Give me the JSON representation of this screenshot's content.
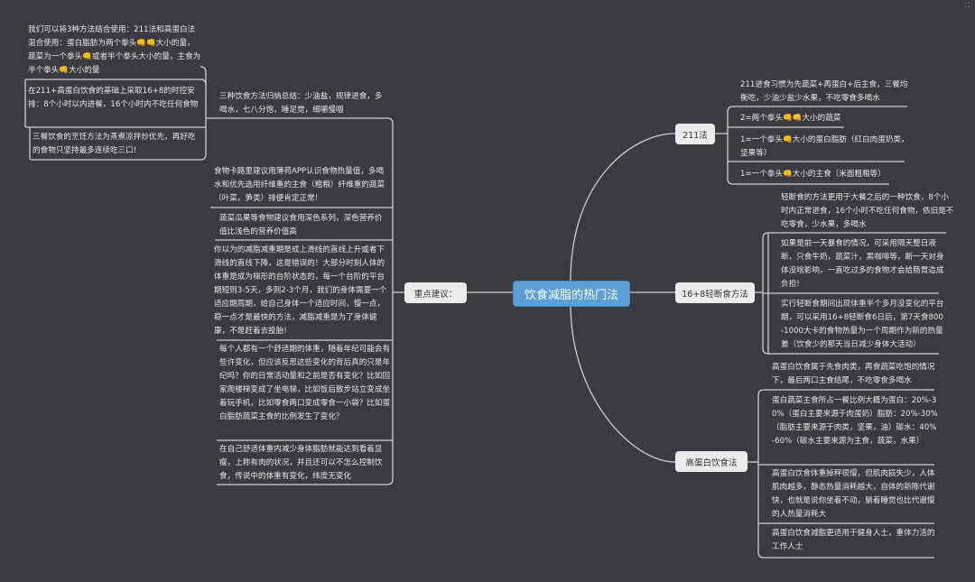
{
  "root": {
    "label": "饮食减脂的热门法"
  },
  "left": {
    "label": "重点建议：",
    "summary": {
      "text": "三种饮食方法归纳总结：少油盐，规律进食，多喝水，七八分饱，睡足觉，细嚼慢咽",
      "children": [
        "我们可以将3种方法结合使用：211法和高蛋白法混合使用：蛋白脂肪为两个拳头👊👊大小的量，蔬菜为一个拳头👊或者半个拳头大小的量，主食为半个拳头👊大小的量",
        "在211+高蛋白饮食的基础上采取16+8的时控安排：8个小时以内进餐，16个小时内不吃任何食物",
        "三餐饮食的烹饪方法为蒸煮凉拌炒优先，再好吃的食物只坚持最多连续吃三口!"
      ]
    },
    "items": [
      "食物卡路里建议用薄荷APP认识食物热量值，多喝水和优先选用纤维重的主食（粗粮）纤维重的蔬菜（叶菜，笋类）排便肯定正常!",
      "蔬菜瓜果等食物建议食用深色系列，深色营养价值比浅色的营养价值高",
      "你以为的减脂减重期是成上滑线的直线上升或者下滑线的直线下降，这是错误的！大部分时刻人体的体重是成为梯形的台阶状态的，每一个台阶的平台期短则3-5天，多则2-3个月，我们的身体需要一个适应期周期，给自己身体一个适应时间，慢一点，稳一点才是最快的方法，减脂减重是为了身体健康，不是赶着去投胎!",
      "每个人都有一个舒适期的体重，随着年纪可能会有些许变化，但应该反思这些变化的背后真的只是年纪吗？你的日常活动量和之前是否有变化？比如回家爬楼梯变成了坐电梯，比如饭后散步站立变成坐着玩手机，比如零食两口变成零食一小袋？比如蛋白脂肪蔬菜主食的比例发生了变化？",
      "在自己舒适体重内减少身体脂肪就能达到看着显瘦，上称有肉的状况，并且还可以不怎么控制饮食，传说中的体重有变化，纬度无变化"
    ]
  },
  "right": [
    {
      "label": "211法",
      "items": [
        "211进食习惯为先蔬菜+再蛋白+后主食，三餐均衡吃，少油少盐少水果，不吃零食多喝水",
        "2=两个拳头👊👊大小的蔬菜",
        "1=一个拳头👊大小的蛋白脂肪（红白肉蛋奶类，坚果等）",
        "1=一个拳头👊大小的主食（米面粗粮等）"
      ]
    },
    {
      "label": "16+8轻断食方法",
      "items": [
        "轻断食的方法更用于大餐之后的一种饮食，8个小时内正常进食，16个小时不吃任何食物，依旧是不吃零食，少水果，多喝水",
        "如果是前一天暴食的情况，可采用隔天整日液断，只食牛奶，蔬菜汁，黑咖啡等，断一天对身体没啥影响，一直吃过多的食物才会给肠胃造成负担!",
        "实行轻断食期间出现体重半个多月没变化的平台期，可以采用16+8轻断食6日后，第7天食800-1000大卡的食物热量为一个周期作为新的热量差（饮食少的那天当日减少身体大活动）"
      ]
    },
    {
      "label": "高蛋白饮食法",
      "items": [
        "高蛋白饮食属于先食肉类，再食蔬菜吃饱的情况下，最后两口主食结尾，不吃零食多喝水",
        "蛋白蔬菜主食所占一餐比例大概为蛋白：20%-30%（蛋白主要来源于肉蛋奶）脂肪：20%-30%（脂肪主要来源于肉类，坚果，油）碳水：40%-60%（碳水主要来源为主食，蔬菜，水果）",
        "高蛋白饮食体重掉秤很慢，但肌肉损失少，人体肌肉越多，静态热量消耗越大，自体的新陈代谢快，也就是说你坐着不动，躺着睡觉也比代谢慢的人热量消耗大",
        "高蛋白饮食减脂更适用于健身人士，重体力活的工作人士"
      ]
    }
  ],
  "colors": {
    "background": "#3b3c41",
    "root": "#5a9fd6",
    "node": "#ececec",
    "line": "#d0d0d0"
  }
}
